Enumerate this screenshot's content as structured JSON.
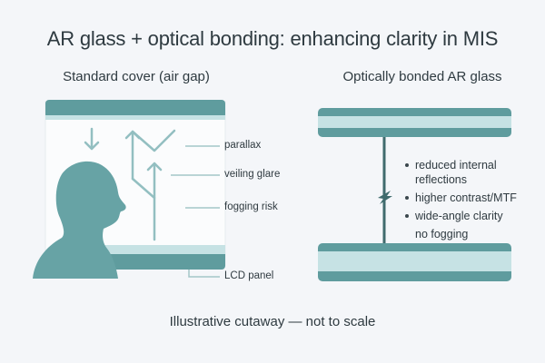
{
  "title": "AR glass + optical bonding: enhancing clarity in MIS",
  "panels": {
    "left": {
      "heading": "Standard cover (air gap)",
      "labels": {
        "parallax": "parallax",
        "veiling_glare": "veiling glare",
        "fogging_risk": "fogging risk",
        "lcd_panel": "LCD panel"
      }
    },
    "right": {
      "heading": "Optically bonded AR glass",
      "benefits": [
        {
          "line1": "reduced internal",
          "line2": "reflections",
          "bullet": true
        },
        {
          "line1": "higher contrast/MTF",
          "bullet": true
        },
        {
          "line1": "wide-angle clarity",
          "bullet": true
        },
        {
          "line1": "no fogging",
          "bullet": false
        }
      ]
    }
  },
  "footer": "Illustrative cutaway — not to scale",
  "colors": {
    "teal_dark": "#5f9c9e",
    "teal_light": "#c6e2e4",
    "arrow": "#93bfc1",
    "bond_line": "#3f6b6d",
    "background": "#f4f6f9",
    "text": "#2f3a40"
  }
}
